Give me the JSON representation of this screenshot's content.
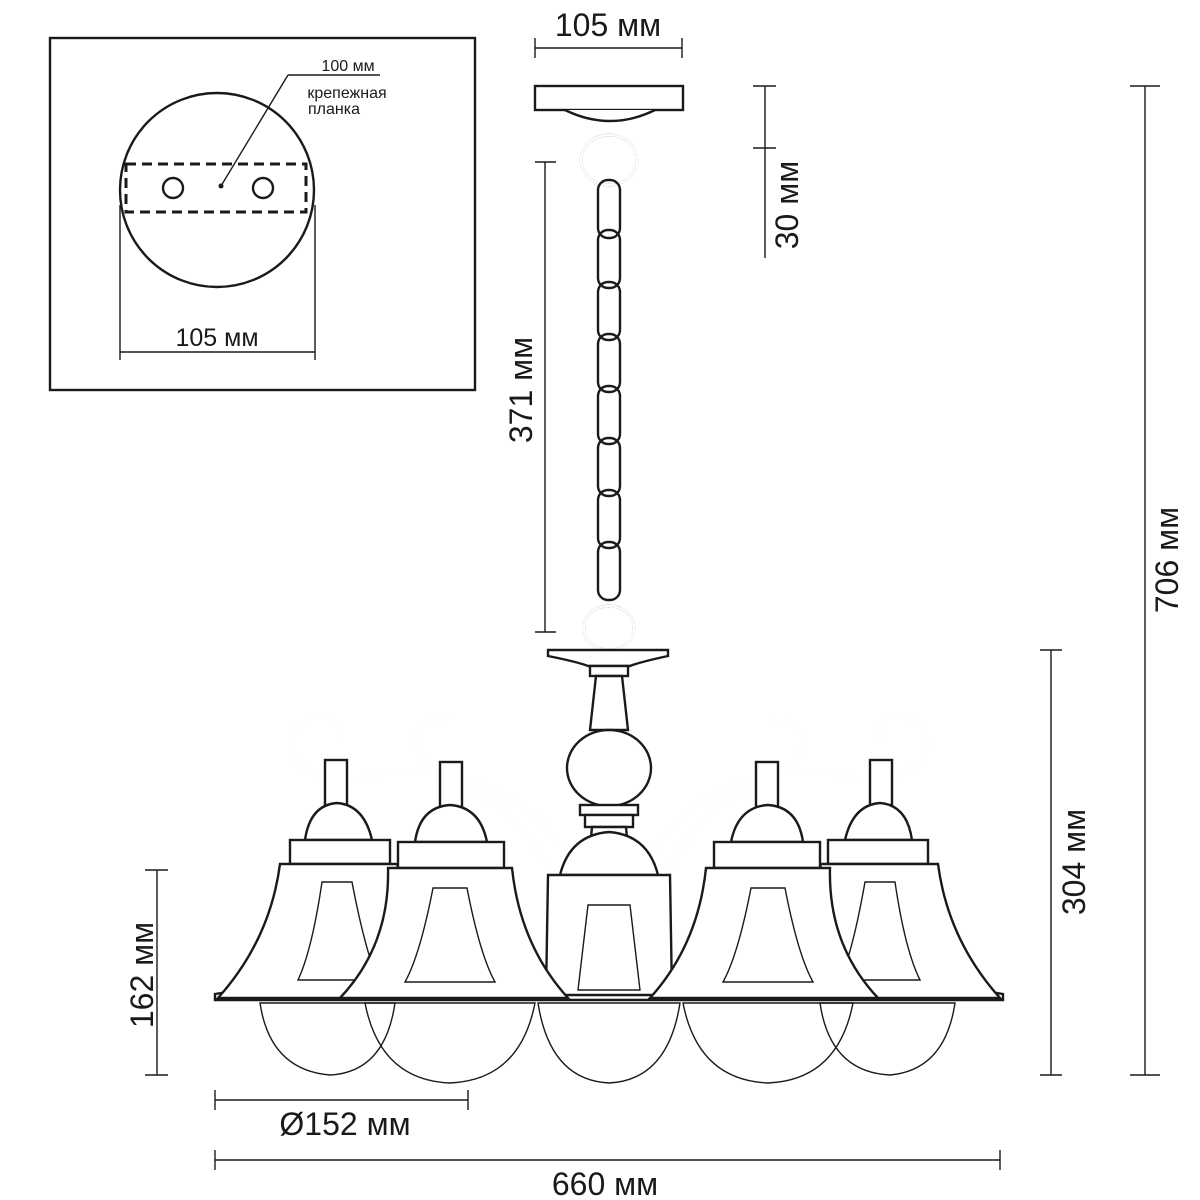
{
  "inset": {
    "plate_width_label": "105 мм",
    "bracket_size_label": "100 мм",
    "bracket_name_line1": "крепежная",
    "bracket_name_line2": "планка"
  },
  "dimensions": {
    "canopy_width": "105 мм",
    "canopy_height": "30 мм",
    "chain_length": "371 мм",
    "total_height": "706 мм",
    "body_height": "304 мм",
    "shade_height": "162 мм",
    "shade_diameter": "Ø152 мм",
    "total_width": "660 мм"
  },
  "colors": {
    "line": "#1a1a1a",
    "background": "#ffffff"
  }
}
